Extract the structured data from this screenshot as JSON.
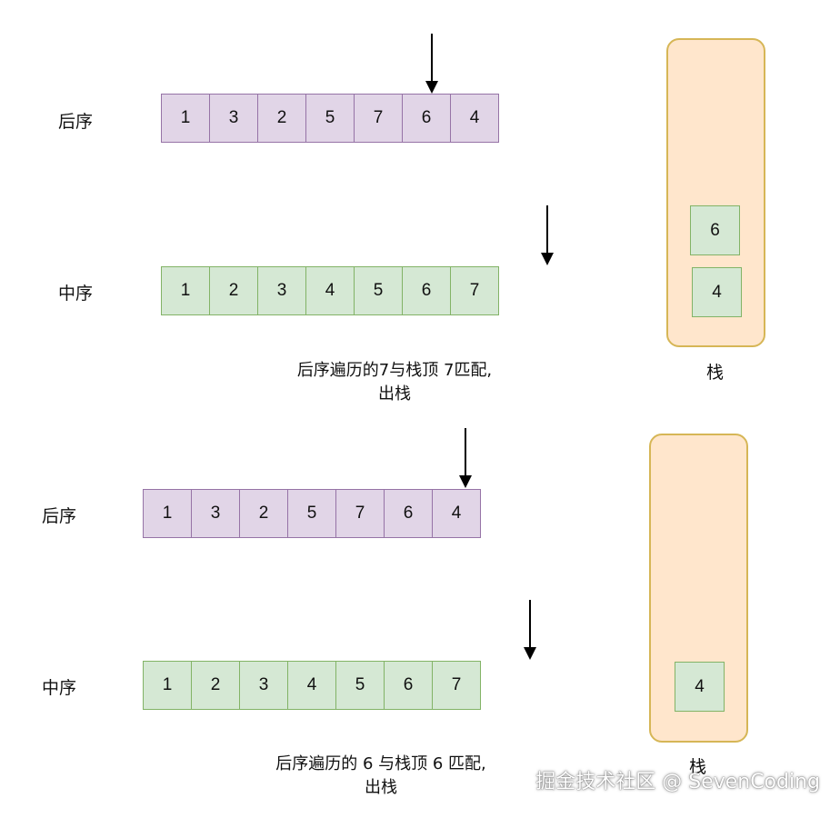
{
  "panels": [
    {
      "postorder_label": "后序",
      "postorder": [
        "1",
        "3",
        "2",
        "5",
        "7",
        "6",
        "4"
      ],
      "inorder_label": "中序",
      "inorder": [
        "1",
        "2",
        "3",
        "4",
        "5",
        "6",
        "7"
      ],
      "stack_items": [
        "6",
        "4"
      ],
      "stack_label": "栈",
      "caption_line1": "后序遍历的7与栈顶 7匹配,",
      "caption_line2": "出栈"
    },
    {
      "postorder_label": "后序",
      "postorder": [
        "1",
        "3",
        "2",
        "5",
        "7",
        "6",
        "4"
      ],
      "inorder_label": "中序",
      "inorder": [
        "1",
        "2",
        "3",
        "4",
        "5",
        "6",
        "7"
      ],
      "stack_items": [
        "4"
      ],
      "stack_label": "栈",
      "caption_line1": "后序遍历的 6 与栈顶 6 匹配,",
      "caption_line2": "出栈"
    }
  ],
  "watermark": "掘金技术社区 @ SevenCoding"
}
